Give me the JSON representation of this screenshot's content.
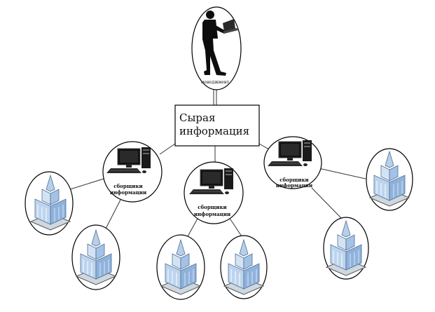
{
  "manager": {
    "label": "менеджмент"
  },
  "raw_box": {
    "line1": "Сырая",
    "line2": "информация"
  },
  "collectors": [
    {
      "line1": "сборщики",
      "line2": "информации"
    },
    {
      "line1": "сборщики",
      "line2": "информации"
    },
    {
      "line1": "сборщики",
      "line2": "информации"
    }
  ],
  "icons": {
    "manager": "businessman-with-laptop-icon",
    "collector": "desktop-computer-icon",
    "source": "office-building-icon"
  },
  "colors": {
    "ellipse_stroke": "#000000",
    "building_glass": "#a9c8e8",
    "computer": "#1a1a1a"
  }
}
